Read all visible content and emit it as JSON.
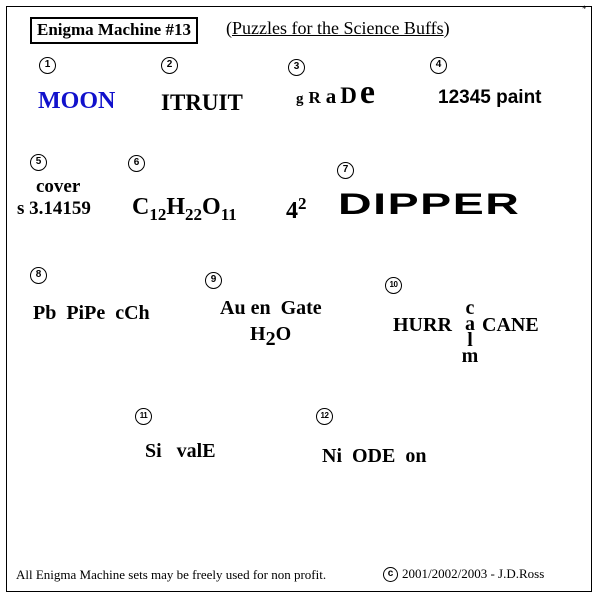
{
  "header": {
    "title": "Enigma Machine #13",
    "subtitle_open": "(",
    "subtitle": "Puzzles for the Science Buffs",
    "subtitle_close": ")",
    "corner_mark": "*"
  },
  "puzzles": {
    "p1": {
      "number": "1",
      "text": "MOON",
      "color": "#1111cc"
    },
    "p2": {
      "number": "2",
      "text": "ITRUIT"
    },
    "p3": {
      "number": "3",
      "letters": [
        "g",
        "R",
        "a",
        "D",
        "e"
      ]
    },
    "p4": {
      "number": "4",
      "text": "12345 paint"
    },
    "p5": {
      "number": "5",
      "top": "cover",
      "bottom": "s 3.14159"
    },
    "p6": {
      "number": "6",
      "c": "C",
      "c_sub": "12",
      "h": "H",
      "h_sub": "22",
      "o": "O",
      "o_sub": "11",
      "power_base": "4",
      "power_exp": "2"
    },
    "p7": {
      "number": "7",
      "text": "DIPPER"
    },
    "p8": {
      "number": "8",
      "text": "Pb  PiPe  cCh"
    },
    "p9": {
      "number": "9",
      "line1": "Au en  Gate",
      "h": "H",
      "h_sub": "2",
      "o": "O"
    },
    "p10": {
      "number": "10",
      "left": "HURR",
      "vertical": [
        "c",
        "a",
        "l",
        "m"
      ],
      "right": "CANE"
    },
    "p11": {
      "number": "11",
      "text": "Si   valE"
    },
    "p12": {
      "number": "12",
      "text": "Ni  ODE  on"
    }
  },
  "footer": {
    "notice": "All Enigma Machine sets may be freely used for non profit.",
    "copyright_icon": "c",
    "copyright": "2001/2002/2003 - J.D.Ross"
  }
}
